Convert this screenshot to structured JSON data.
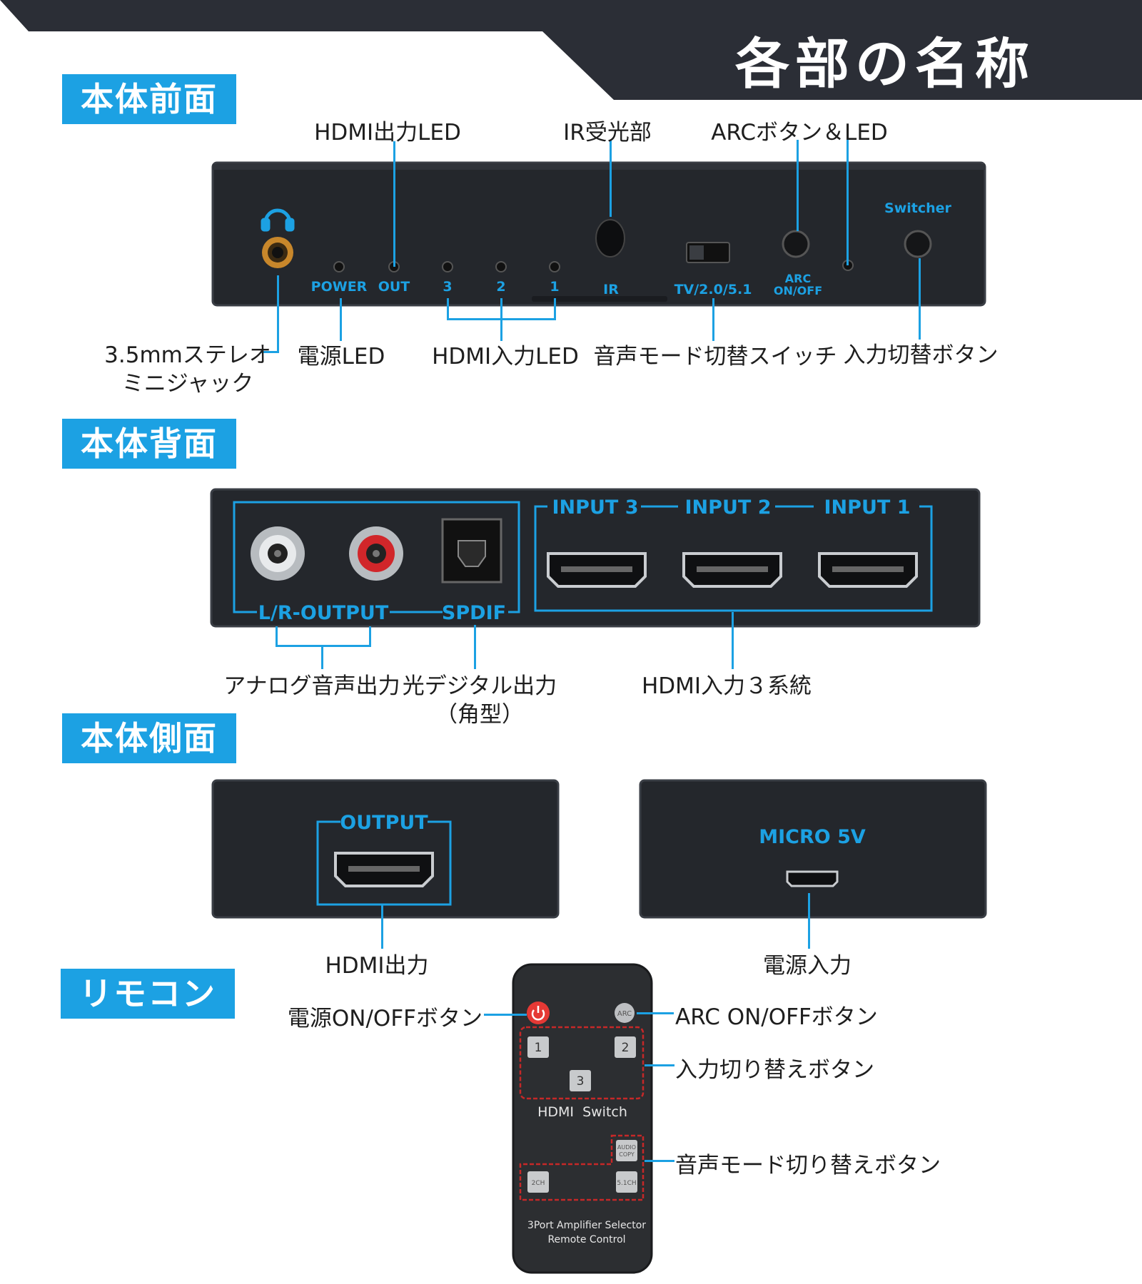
{
  "header": {
    "title": "各部の名称"
  },
  "sections": {
    "front": "本体前面",
    "back": "本体背面",
    "side": "本体側面",
    "remote": "リモコン"
  },
  "front": {
    "panel_labels": {
      "power": "POWER",
      "out": "OUT",
      "in3": "3",
      "in2": "2",
      "in1": "1",
      "ir": "IR",
      "mode": "TV/2.0/5.1",
      "arc_line1": "ARC",
      "arc_line2": "ON/OFF",
      "switcher": "Switcher"
    },
    "callouts": {
      "hdmi_out_led": "HDMI出力LED",
      "ir_receiver": "IR受光部",
      "arc_button_led": "ARCボタン＆LED",
      "jack_line1": "3.5mmステレオ",
      "jack_line2": "ミニジャック",
      "power_led": "電源LED",
      "hdmi_in_led": "HDMI入力LED",
      "audio_mode_switch": "音声モード切替スイッチ",
      "input_switch_button": "入力切替ボタン"
    }
  },
  "back": {
    "panel_labels": {
      "input3": "INPUT 3",
      "input2": "INPUT 2",
      "input1": "INPUT 1",
      "lr_output": "L/R-OUTPUT",
      "spdif": "SPDIF"
    },
    "callouts": {
      "analog_audio_out": "アナログ音声出力",
      "optical_line1": "光デジタル出力",
      "optical_line2": "（角型）",
      "hdmi_in_3": "HDMI入力３系統"
    }
  },
  "side": {
    "panel_labels": {
      "output": "OUTPUT",
      "micro5v": "MICRO 5V"
    },
    "callouts": {
      "hdmi_out": "HDMI出力",
      "power_in": "電源入力"
    }
  },
  "remote": {
    "buttons": {
      "arc": "ARC",
      "b1": "1",
      "b2": "2",
      "b3": "3",
      "audio_line1": "AUDIO",
      "audio_line2": "COPY",
      "ch2": "2CH",
      "ch51": "5.1CH"
    },
    "model": "HDMI  Switch",
    "footer_line1": "3Port Amplifier Selector",
    "footer_line2": "Remote Control",
    "callouts": {
      "power_button": "電源ON/OFFボタン",
      "arc_button": "ARC ON/OFFボタン",
      "input_buttons": "入力切り替えボタン",
      "audio_mode_buttons": "音声モード切り替えボタン"
    }
  },
  "colors": {
    "accent": "#1ca1e3",
    "banner_dark": "#2b2e36",
    "device_body": "#24272c",
    "remote_body": "#2c2e31",
    "power_red": "#e53935"
  }
}
